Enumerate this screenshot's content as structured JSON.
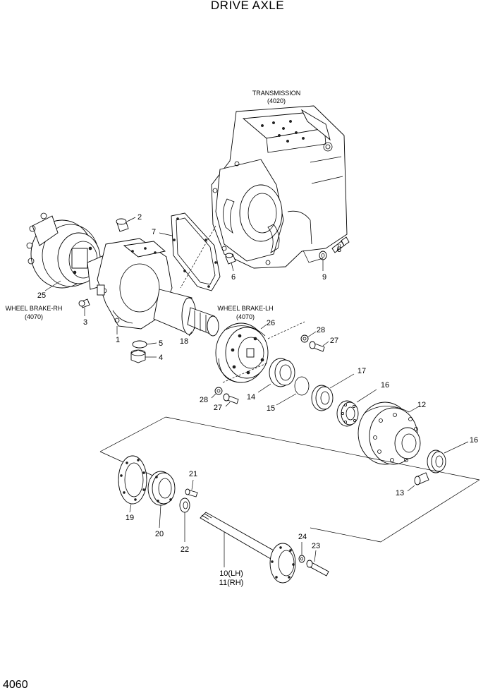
{
  "title": "DRIVE AXLE",
  "page_number": "4060",
  "references": {
    "transmission": {
      "name": "TRANSMISSION",
      "code": "(4020)"
    },
    "wheel_brake_rh": {
      "name": "WHEEL BRAKE-RH",
      "code": "(4070)"
    },
    "wheel_brake_lh": {
      "name": "WHEEL BRAKE-LH",
      "code": "(4070)"
    }
  },
  "callouts": {
    "p1": "1",
    "p2": "2",
    "p3": "3",
    "p4": "4",
    "p5": "5",
    "p6": "6",
    "p7": "7",
    "p8": "8",
    "p9": "9",
    "p10": "10(LH)",
    "p11": "11(RH)",
    "p12": "12",
    "p13": "13",
    "p14": "14",
    "p15": "15",
    "p16a": "16",
    "p16b": "16",
    "p17": "17",
    "p18": "18",
    "p19": "19",
    "p20": "20",
    "p21": "21",
    "p22": "22",
    "p23": "23",
    "p24": "24",
    "p25": "25",
    "p26": "26",
    "p27a": "27",
    "p27b": "27",
    "p28a": "28",
    "p28b": "28"
  }
}
